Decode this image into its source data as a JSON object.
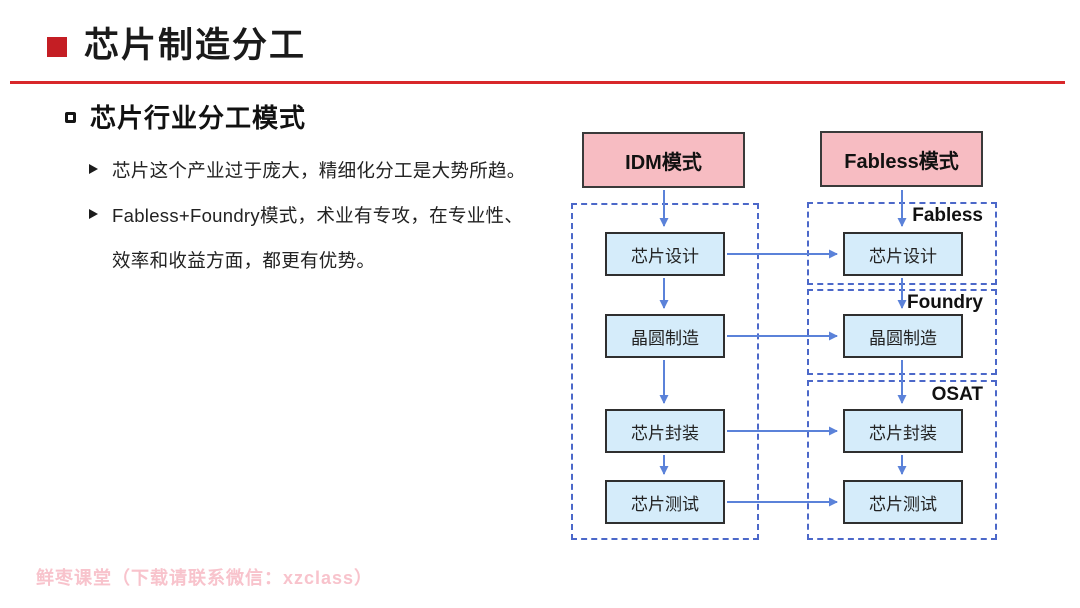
{
  "slide": {
    "title": "芯片制造分工",
    "section_heading": "芯片行业分工模式",
    "bullet_lines": [
      {
        "marker": "arrowhead-right",
        "text": "芯片这个产业过于庞大，精细化分工是大势所趋。"
      },
      {
        "marker": "arrowhead-right",
        "text": "Fabless+Foundry模式，术业有专攻，在专业性、"
      },
      {
        "marker": "",
        "text": "效率和收益方面，都更有优势。"
      }
    ]
  },
  "diagram": {
    "idm": {
      "header": "IDM模式",
      "steps": [
        "芯片设计",
        "晶圆制造",
        "芯片封装",
        "芯片测试"
      ]
    },
    "fabless": {
      "header": "Fabless模式",
      "groups": [
        {
          "label": "Fabless",
          "steps": [
            "芯片设计"
          ]
        },
        {
          "label": "Foundry",
          "steps": [
            "晶圆制造"
          ]
        },
        {
          "label": "OSAT",
          "steps": [
            "芯片封装",
            "芯片测试"
          ]
        }
      ]
    }
  },
  "footer": {
    "watermark": "鲜枣课堂（下载请联系微信：xzclass）"
  },
  "colors": {
    "accent_red": "#c41e24",
    "rule_red": "#d8272a",
    "header_pink": "#f7bcc2",
    "step_blue": "#d5ecfa",
    "connector_blue": "#5b82d9",
    "dashed_blue": "#4c68c9",
    "watermark_pink": "#f8c3cc"
  }
}
